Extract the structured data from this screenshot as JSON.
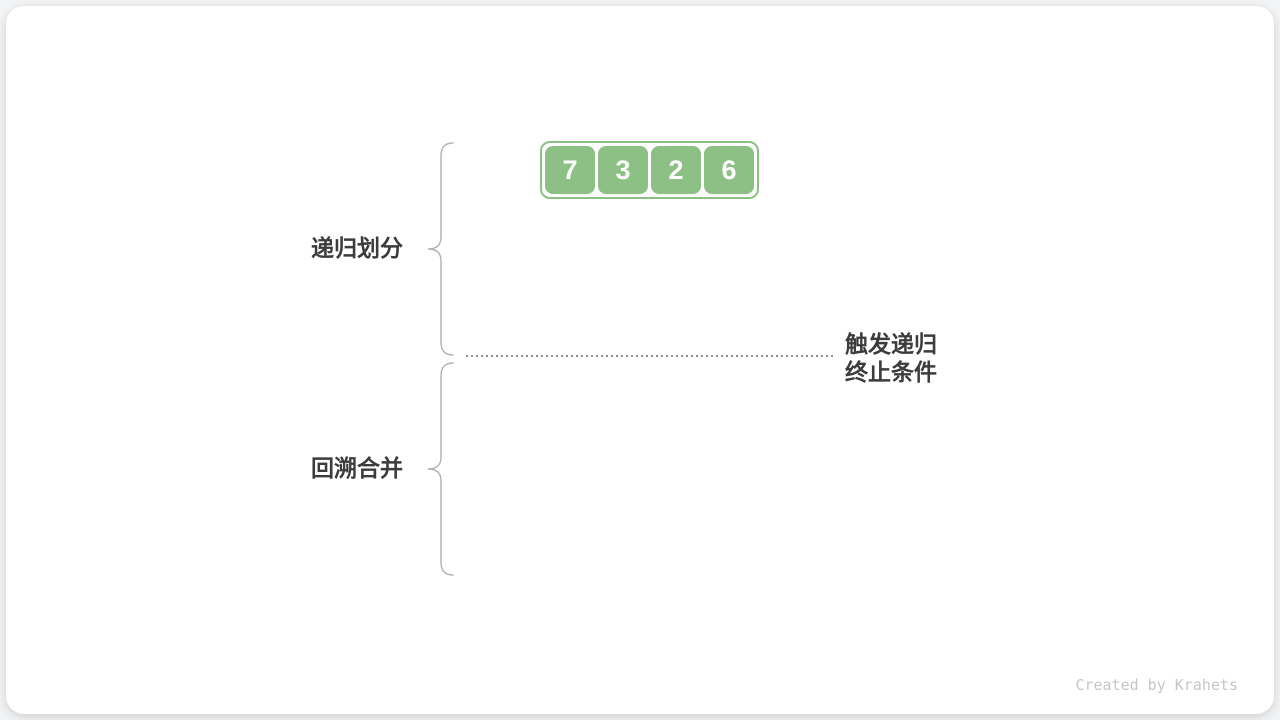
{
  "array": {
    "values": [
      "7",
      "3",
      "2",
      "6"
    ]
  },
  "phases": {
    "divide_label": "递归划分",
    "merge_label": "回溯合并"
  },
  "annotation": {
    "line1": "触发递归",
    "line2": "终止条件"
  },
  "watermark": "Created by Krahets",
  "colors": {
    "green": "#8cc084",
    "cell-text": "#ffffff",
    "label-text": "#3c3c3c",
    "brace": "#b0b0b0",
    "dot": "#8f8f8f",
    "watermark": "#c6c6c6",
    "card-bg": "#ffffff",
    "page-bg": "#f2f3f4"
  }
}
